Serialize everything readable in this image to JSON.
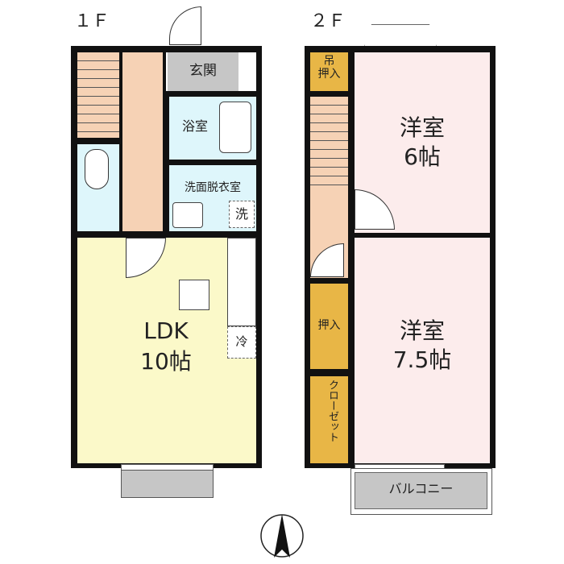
{
  "floors": [
    {
      "label": "１Ｆ",
      "rooms": {
        "entrance": "玄関",
        "bath": "浴室",
        "washroom": "洗面脱衣室",
        "washer": "洗",
        "ldk": "LDK",
        "ldk_size": "10帖",
        "fridge": "冷"
      }
    },
    {
      "label": "２Ｆ",
      "rooms": {
        "hanging_closet": "吊\n押入",
        "western1": "洋室",
        "western1_size": "6帖",
        "oshiire": "押入",
        "western2": "洋室",
        "western2_size": "7.5帖",
        "closet": "クローゼット",
        "balcony": "バルコニー"
      }
    }
  ],
  "colors": {
    "stairs": "#f6d2b5",
    "wet": "#def6fb",
    "ldk": "#fbf9c9",
    "room": "#fcecec",
    "storage": "#e8b646",
    "exterior": "#c6c6c6"
  },
  "compass": "north-arrow"
}
